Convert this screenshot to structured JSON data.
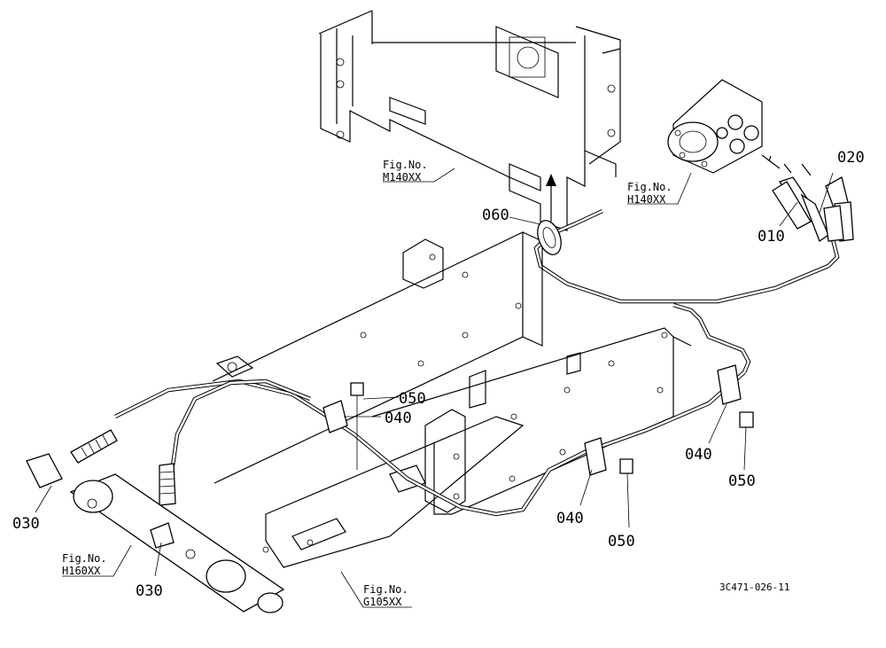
{
  "parts": [
    {
      "id": "p010",
      "label": "010"
    },
    {
      "id": "p020",
      "label": "020"
    },
    {
      "id": "p030a",
      "label": "030"
    },
    {
      "id": "p030b",
      "label": "030"
    },
    {
      "id": "p040a",
      "label": "040"
    },
    {
      "id": "p040b",
      "label": "040"
    },
    {
      "id": "p040c",
      "label": "040"
    },
    {
      "id": "p050a",
      "label": "050"
    },
    {
      "id": "p050b",
      "label": "050"
    },
    {
      "id": "p050c",
      "label": "050"
    },
    {
      "id": "p060",
      "label": "060"
    }
  ],
  "figure_refs": [
    {
      "line1": "Fig.No.",
      "line2": "M140XX"
    },
    {
      "line1": "Fig.No.",
      "line2": "H140XX"
    },
    {
      "line1": "Fig.No.",
      "line2": "H160XX"
    },
    {
      "line1": "Fig.No.",
      "line2": "G105XX"
    }
  ],
  "drawing_code": "3C471-026-11"
}
